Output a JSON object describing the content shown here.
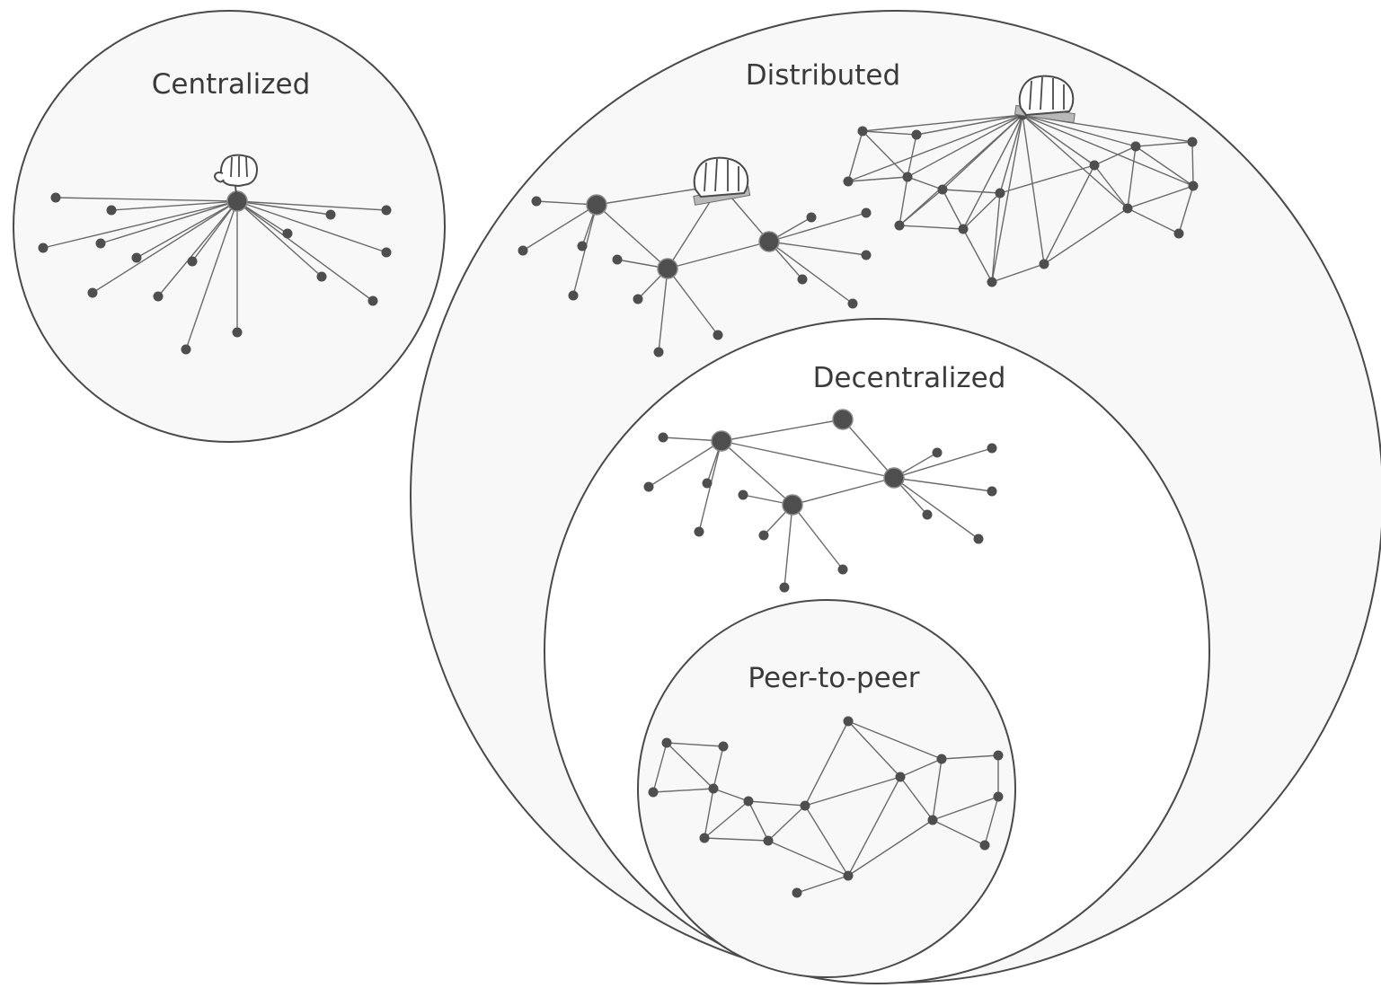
{
  "diagram": {
    "labels": {
      "centralized": "Centralized",
      "distributed": "Distributed",
      "decentralized": "Decentralized",
      "peer_to_peer": "Peer-to-peer"
    },
    "colors": {
      "region_fill": "#f7f8f7",
      "inner_fill": "#ffffff",
      "outline": "#4a4a4a",
      "node": "#4e4e4e",
      "edge": "#6a6a6a"
    },
    "icons": [
      "hand-fist-icon",
      "hand-grip-icon"
    ]
  }
}
